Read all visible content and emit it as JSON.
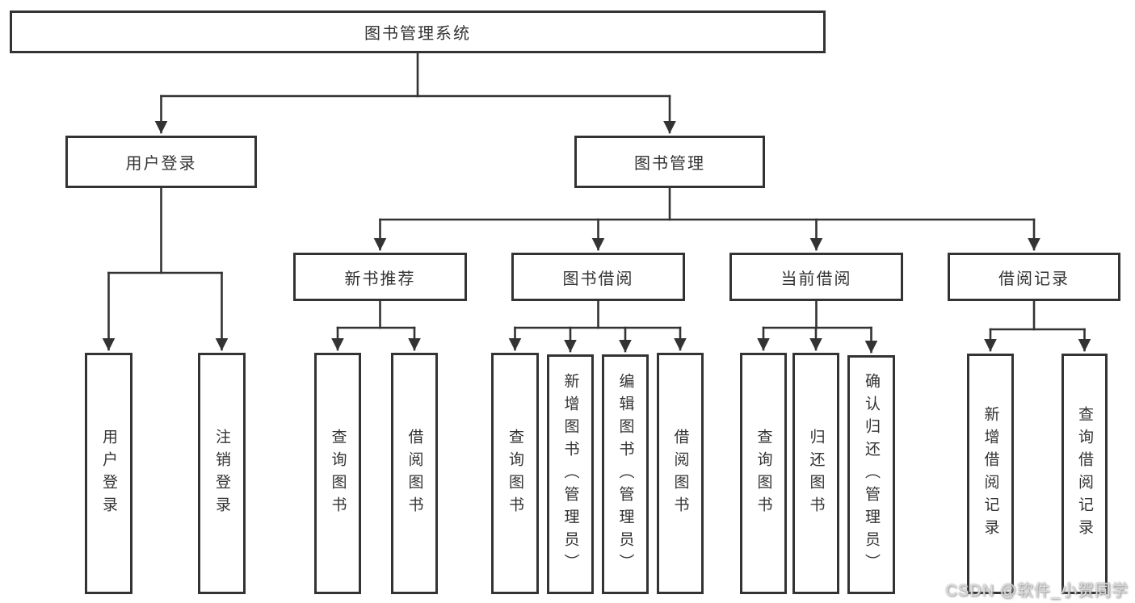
{
  "page": {
    "watermark": "CSDN @软件_小贺同学"
  },
  "colors": {
    "line": "#333333",
    "box_border": "#333333",
    "box_fill": "#ffffff",
    "text": "#333333",
    "watermark": "#dcdcdc"
  },
  "tree": {
    "root": {
      "label": "图书管理系统"
    },
    "branches": [
      {
        "label": "用户登录",
        "children": [
          {
            "label": "用户登录"
          },
          {
            "label": "注销登录"
          }
        ]
      },
      {
        "label": "图书管理",
        "children": [
          {
            "label": "新书推荐",
            "children": [
              {
                "label": "查询图书"
              },
              {
                "label": "借阅图书"
              }
            ]
          },
          {
            "label": "图书借阅",
            "children": [
              {
                "label": "查询图书"
              },
              {
                "label": "新增图书（管理员）"
              },
              {
                "label": "编辑图书（管理员）"
              },
              {
                "label": "借阅图书"
              }
            ]
          },
          {
            "label": "当前借阅",
            "children": [
              {
                "label": "查询图书"
              },
              {
                "label": "归还图书"
              },
              {
                "label": "确认归还（管理员）"
              }
            ]
          },
          {
            "label": "借阅记录",
            "children": [
              {
                "label": "新增借阅记录"
              },
              {
                "label": "查询借阅记录"
              }
            ]
          }
        ]
      }
    ]
  }
}
